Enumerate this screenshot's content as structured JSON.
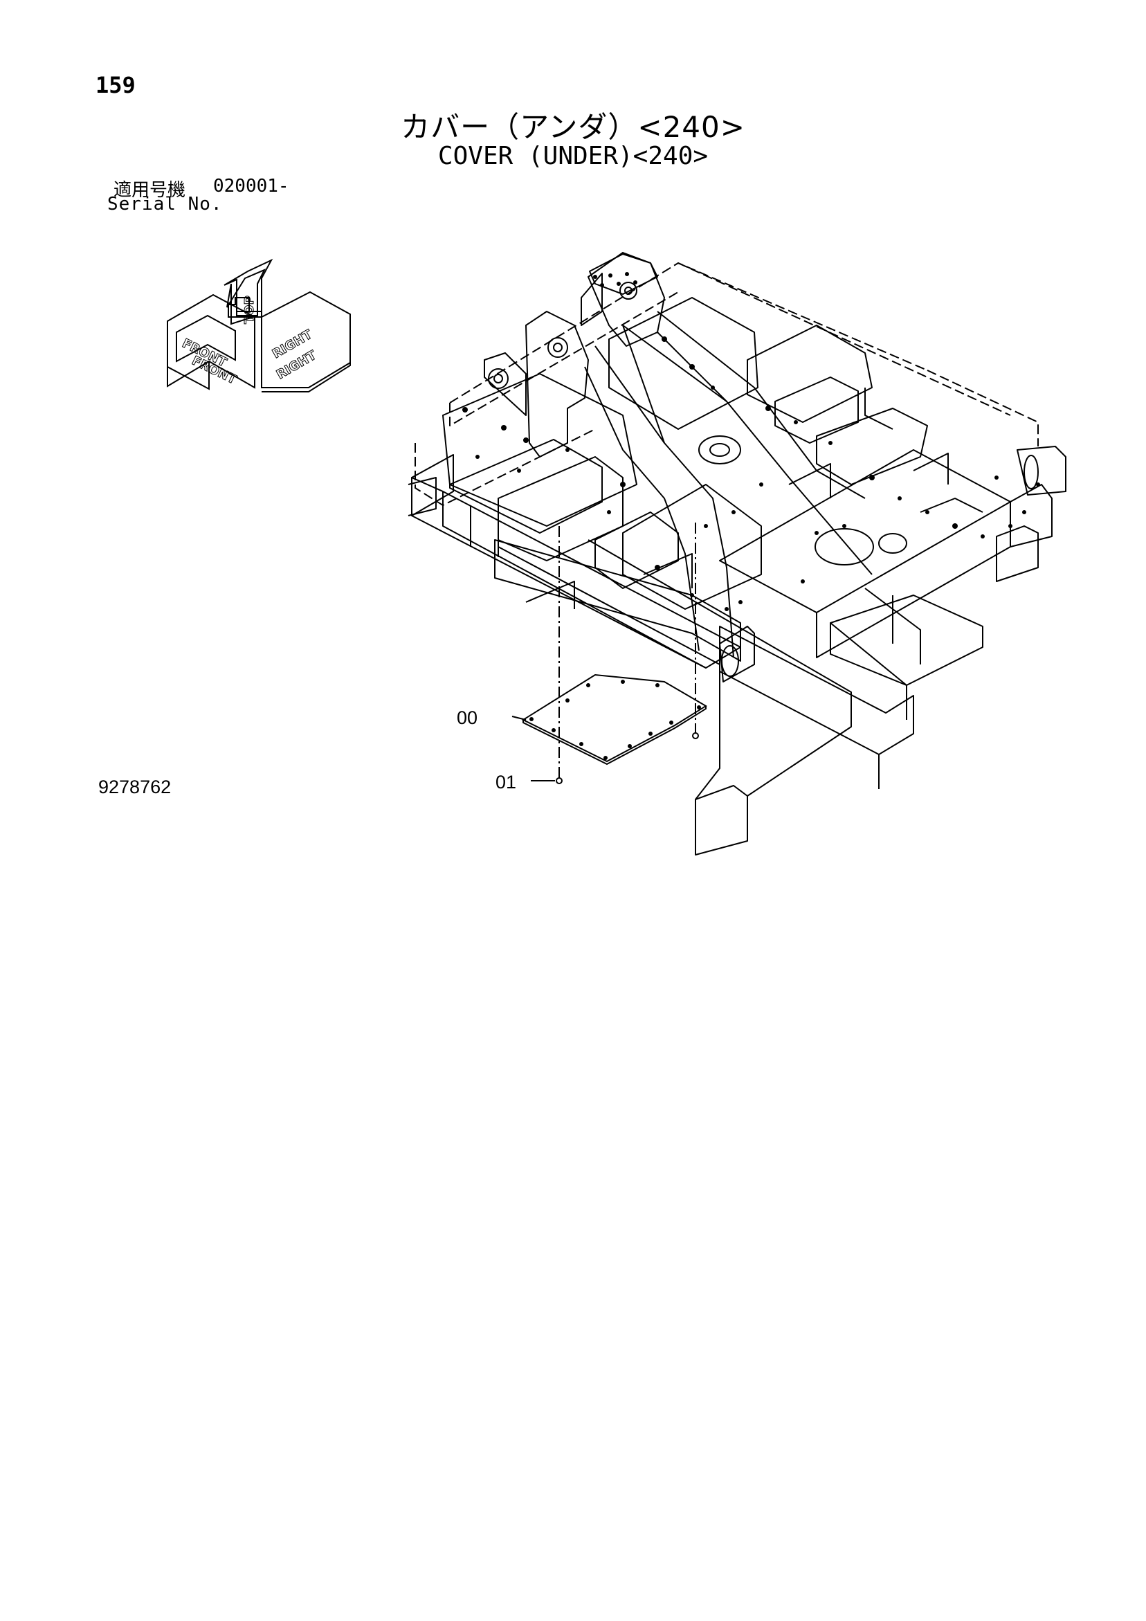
{
  "page_number": "159",
  "title_jp": "カバー（アンダ）<240>",
  "title_en": "COVER (UNDER)<240>",
  "serial": {
    "label_jp": "適用号機",
    "label_en": "Serial No.",
    "value": "020001-"
  },
  "orientation": {
    "top": "TOP",
    "front": "FRONT",
    "right": "RIGHT"
  },
  "callouts": [
    "00",
    "01"
  ],
  "doc_number": "9278762"
}
